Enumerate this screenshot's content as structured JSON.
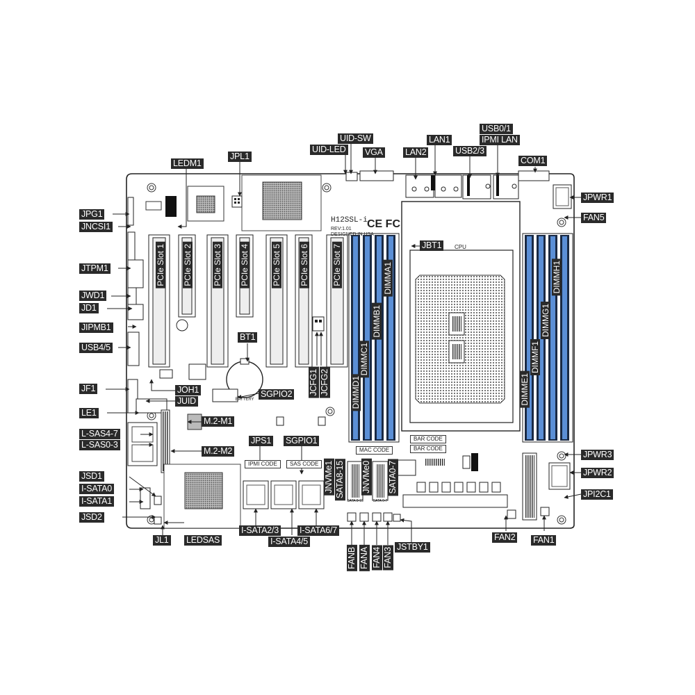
{
  "board": {
    "model": "H12SSL-i",
    "rev": "REV:1.01",
    "designed": "DESIGNED IN USA",
    "cert_marks": "CE FC",
    "cpu_label": "CPU",
    "battery_label": "BATTERY"
  },
  "silkscreen": {
    "ipmi_code": "IPMI CODE",
    "sas_code": "SAS CODE",
    "mac_code": "MAC CODE",
    "bar_code_1": "BAR CODE",
    "bar_code_2": "BAR CODE",
    "sata_8_15": "SATA 8-15",
    "sata_0_7": "SATA 0-7"
  },
  "pcie_slots": [
    "PCIe Slot 1",
    "PCIe Slot 2",
    "PCIe Slot 3",
    "PCIe Slot 4",
    "PCIe Slot 5",
    "PCIe Slot 6",
    "PCIe Slot 7"
  ],
  "dimms_left": [
    "DIMMD1",
    "DIMMC1",
    "DIMMB1",
    "DIMMA1"
  ],
  "dimms_right": [
    "DIMME1",
    "DIMMF1",
    "DIMMG1",
    "DIMMH1"
  ],
  "callouts": {
    "uid_sw": "UID-SW",
    "uid_led": "UID-LED",
    "vga": "VGA",
    "lan2": "LAN2",
    "lan1": "LAN1",
    "usb23": "USB2/3",
    "usb01": "USB0/1",
    "ipmi_lan": "IPMI LAN",
    "com1": "COM1",
    "ledm1": "LEDM1",
    "jpl1": "JPL1",
    "jpg1": "JPG1",
    "jncsi1": "JNCSI1",
    "jtpm1": "JTPM1",
    "jwd1": "JWD1",
    "jd1": "JD1",
    "jipmb1": "JIPMB1",
    "usb45": "USB4/5",
    "jf1": "JF1",
    "le1": "LE1",
    "lsas47": "L-SAS4-7",
    "lsas03": "L-SAS0-3",
    "jsd1": "JSD1",
    "isata0": "I-SATA0",
    "isata1": "I-SATA1",
    "jsd2": "JSD2",
    "jl1": "JL1",
    "ledsas": "LEDSAS",
    "isata23": "I-SATA2/3",
    "isata45": "I-SATA4/5",
    "isata67": "I-SATA6/7",
    "joh1": "JOH1",
    "juid": "JUID",
    "bt1": "BT1",
    "sgpio2": "SGPIO2",
    "jcfg1": "JCFG1",
    "jcfg2": "JCFG2",
    "m2m1": "M.2-M1",
    "m2m2": "M.2-M2",
    "jps1": "JPS1",
    "sgpio1": "SGPIO1",
    "jnvme1": "JNVMe1",
    "jnvme0": "JNVMe0",
    "sata815": "SATA8-15",
    "sata07": "SATA0-7",
    "jbt1": "JBT1",
    "jpwr1": "JPWR1",
    "fan5": "FAN5",
    "jpwr3": "JPWR3",
    "jpwr2": "JPWR2",
    "jpi2c1": "JPI2C1",
    "fan2": "FAN2",
    "fan1": "FAN1",
    "fanb": "FANB",
    "fana": "FANA",
    "fan4": "FAN4",
    "fan3": "FAN3",
    "jstby1": "JSTBY1"
  },
  "colors": {
    "dimm_blue": "#5b8fd6",
    "dimm_dark": "#1a2a44",
    "callout_bg": "#2a2a2a",
    "line": "#222222"
  }
}
